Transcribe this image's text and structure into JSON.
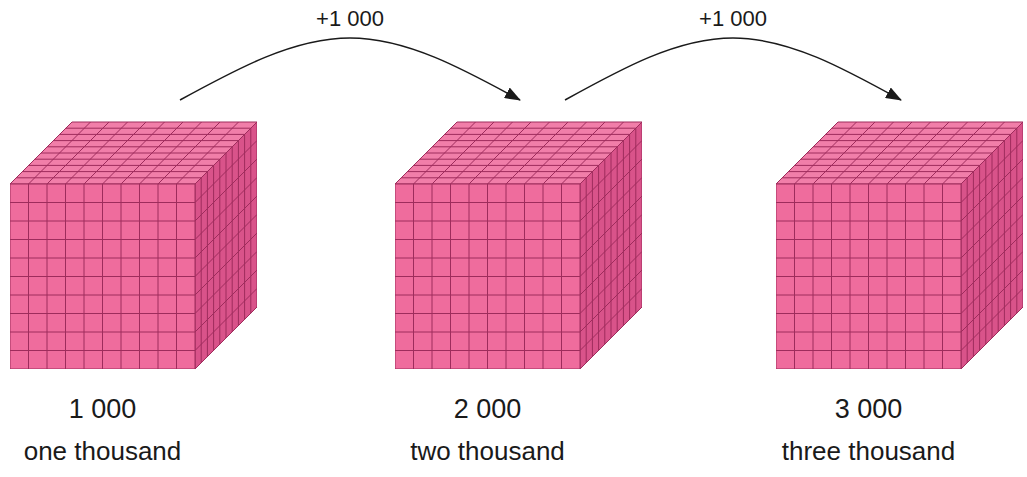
{
  "diagram": {
    "nodes": [
      {
        "text": [
          "1 000",
          "one thousand"
        ]
      },
      {
        "text": [
          "2 000",
          "two thousand"
        ]
      },
      {
        "text": [
          "3 000",
          "three thousand"
        ]
      }
    ],
    "edges": [
      {
        "from": 0,
        "to": 1,
        "arrow": "to",
        "label": "+1 000"
      },
      {
        "from": 1,
        "to": 2,
        "arrow": "to",
        "label": "+1 000"
      }
    ]
  }
}
